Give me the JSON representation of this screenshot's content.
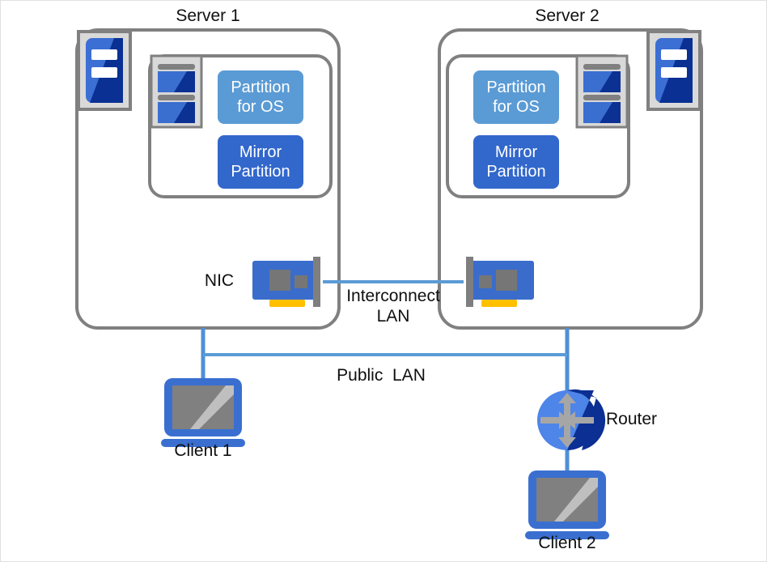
{
  "diagram": {
    "title_server1": "Server 1",
    "title_server2": "Server 2",
    "colors": {
      "outline_gray": "#808080",
      "icon_tray_fill": "#d9d9d9",
      "icon_tray_border": "#808080",
      "drive_blue_light": "#3a6fd0",
      "drive_blue_dark": "#0b3193",
      "server_blue_light": "#3b6fd4",
      "server_blue_dark": "#0a3093",
      "partition_os_fill": "#5b9bd5",
      "mirror_partition_fill": "#3267cc",
      "nic_blue": "#3a6ccc",
      "nic_chip_gray": "#767676",
      "nic_bracket_gray": "#7f7f7f",
      "nic_connector_orange": "#ffc000",
      "link_blue": "#5b9bd5",
      "router_light": "#4e85e8",
      "router_dark": "#0b2f93",
      "router_arrow_gray": "#a6a6a6",
      "monitor_border_blue": "#3a6fd0",
      "monitor_screen_gray": "#808080",
      "monitor_glare_gray": "#bfbfbf",
      "label_text": "#0f0f0f",
      "box_text": "#ffffff",
      "page_border": "#e0e0e0"
    },
    "servers": [
      {
        "name": "server-1",
        "title": "Server 1",
        "partition_os_label": "Partition\nfor OS",
        "mirror_partition_label": "Mirror\nPartition"
      },
      {
        "name": "server-2",
        "title": "Server 2",
        "partition_os_label": "Partition\nfor OS",
        "mirror_partition_label": "Mirror\nPartition"
      }
    ],
    "labels": {
      "nic": "NIC",
      "interconnect_lan": "Interconnect\nLAN",
      "interconnect_lan_line1": "Interconnect",
      "interconnect_lan_line2": "LAN",
      "public_lan": "Public  LAN",
      "router": "Router",
      "client1": "Client 1",
      "client2": "Client 2"
    },
    "nodes": {
      "client1_label": "Client 1",
      "client2_label": "Client 2",
      "router_label": "Router"
    },
    "connections": [
      {
        "name": "interconnect-lan-link",
        "from": "server-1-nic",
        "to": "server-2-nic",
        "label": "Interconnect LAN"
      },
      {
        "name": "public-lan-link",
        "from": "server-1",
        "to": "server-2",
        "label": "Public  LAN"
      },
      {
        "name": "client1-link",
        "from": "public-lan",
        "to": "client-1",
        "label": ""
      },
      {
        "name": "router-link",
        "from": "public-lan",
        "to": "router",
        "label": ""
      },
      {
        "name": "router-client2-link",
        "from": "router",
        "to": "client-2",
        "label": ""
      }
    ]
  }
}
